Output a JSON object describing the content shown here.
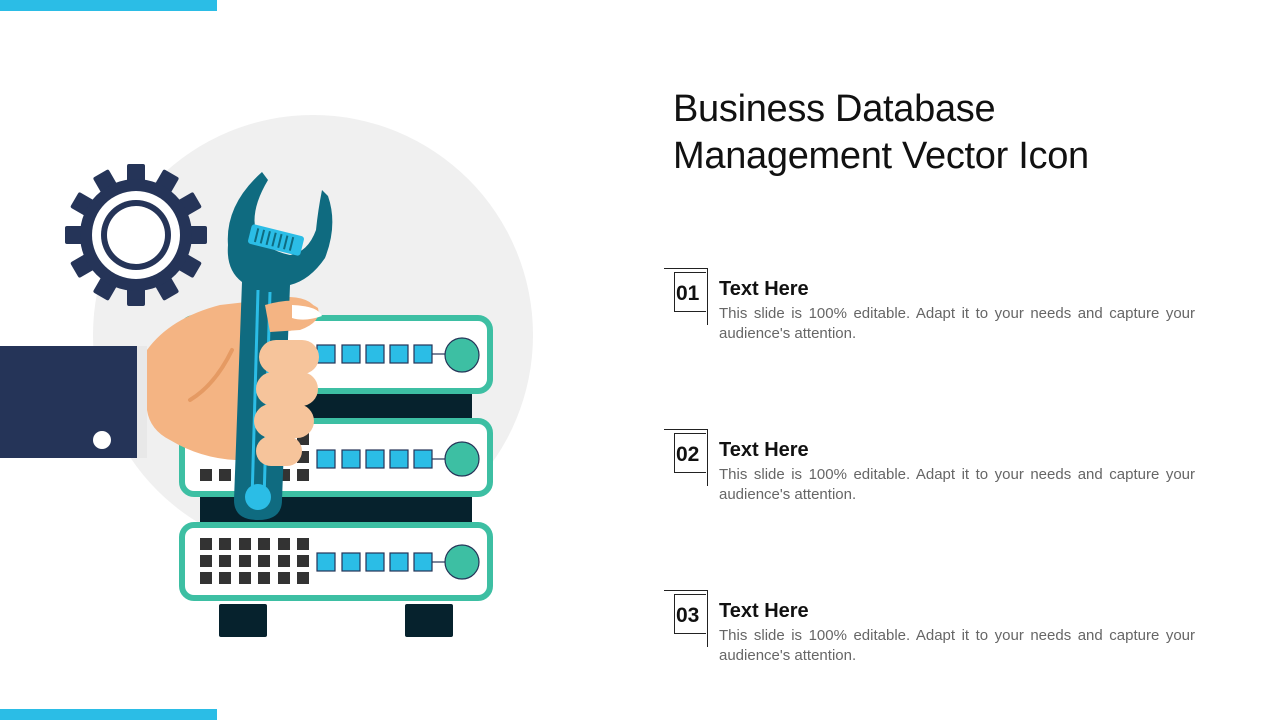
{
  "slide": {
    "title_line1": "Business Database",
    "title_line2": "Management Vector Icon"
  },
  "items": [
    {
      "number": "01",
      "heading": "Text Here",
      "text": "This slide is 100% editable. Adapt it to your needs and capture your audience's attention."
    },
    {
      "number": "02",
      "heading": "Text Here",
      "text": "This slide is 100% editable. Adapt it to your needs and capture your audience's attention."
    },
    {
      "number": "03",
      "heading": "Text Here",
      "text": "This slide is 100% editable. Adapt it to your needs and capture your audience's attention."
    }
  ],
  "colors": {
    "accent": "#2bbde6",
    "navy": "#253458",
    "teal": "#3dbfa3",
    "wrench": "#0f6b80",
    "skin": "#f4b483",
    "server_dark": "#06222d"
  },
  "icons": [
    "gear-icon",
    "wrench-icon",
    "hand-icon",
    "server-icon"
  ]
}
